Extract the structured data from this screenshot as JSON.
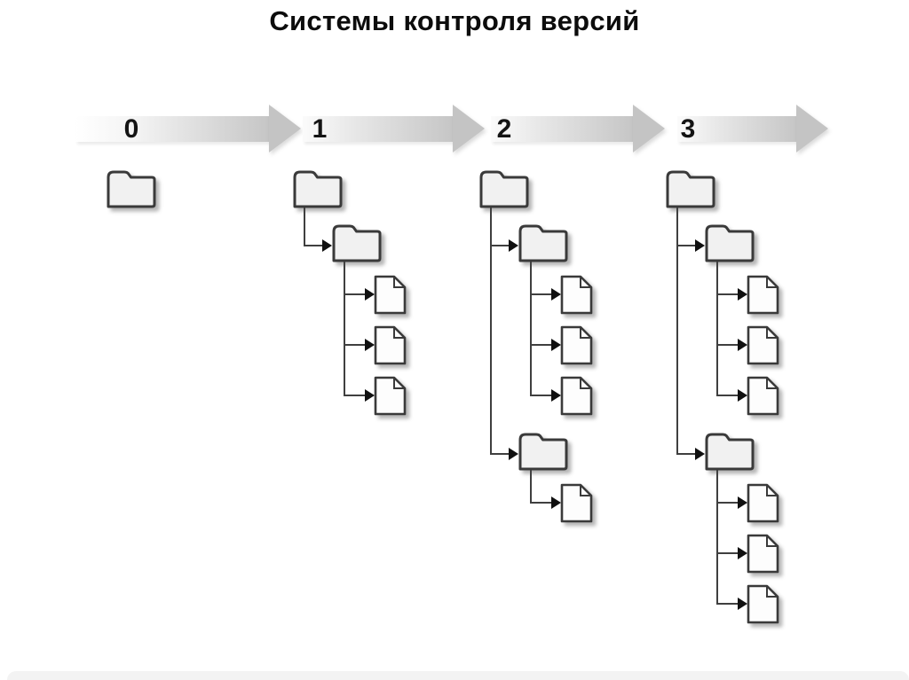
{
  "title": "Системы контроля версий",
  "timeline": {
    "direction_labels": [
      "0",
      "1",
      "2",
      "3"
    ]
  },
  "versions": [
    {
      "label": "0",
      "subtrees": []
    },
    {
      "label": "1",
      "subtrees": [
        {
          "files": 3
        }
      ]
    },
    {
      "label": "2",
      "subtrees": [
        {
          "files": 3
        },
        {
          "files": 1
        }
      ]
    },
    {
      "label": "3",
      "subtrees": [
        {
          "files": 3
        },
        {
          "files": 3
        }
      ]
    }
  ],
  "icons": {
    "folder": "folder-icon",
    "file": "file-icon",
    "timeline_arrow": "timeline-arrowhead-icon",
    "connector_arrow": "connector-arrowhead-icon"
  },
  "colors": {
    "title_color": "#0c0c0c",
    "arrow_shaft_end": "#c6c6c6",
    "arrow_head": "#c4c4c4",
    "line": "#3f3f3f",
    "outline": "#3a3a3a",
    "folder_fill": "#f1f1f1",
    "file_fill": "#fdfdfd"
  }
}
